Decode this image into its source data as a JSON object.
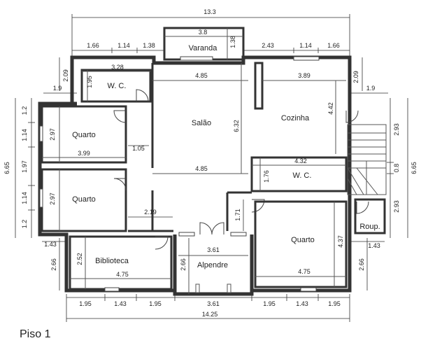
{
  "title": "Piso 1",
  "rooms": {
    "wc_top": "W. C.",
    "quarto_1": "Quarto",
    "quarto_2": "Quarto",
    "quarto_3": "Quarto",
    "salao": "Salão",
    "cozinha": "Cozinha",
    "wc_mid": "W. C.",
    "varanda": "Varanda",
    "biblioteca": "Biblioteca",
    "alpendre": "Alpendre",
    "roupa": "Roup."
  },
  "dimensions": {
    "total_top": "13.3",
    "total_bottom": "14.25",
    "top_left": [
      "1.66",
      "1.14",
      "1.38"
    ],
    "top_right": [
      "2.43",
      "1.14",
      "1.66"
    ],
    "varanda_w": "3.8",
    "varanda_h": "1.38",
    "left_209": "2.09",
    "left_19": "1.9",
    "wc_top_w": "3.28",
    "wc_top_h": "1.95",
    "salao_w_top": "4.85",
    "salao_w_bottom": "4.85",
    "salao_h": "6.32",
    "cozinha_w": "3.89",
    "cozinha_h": "4.42",
    "right_209": "2.09",
    "right_19": "1.9",
    "left_outer": "6.65",
    "left_segments": [
      "1.2",
      "1.14",
      "1.97",
      "1.14",
      "1.2"
    ],
    "quarto1_h": "2.97",
    "quarto1_w": "3.99",
    "quarto2_h": "2.97",
    "corridor_105": "1.05",
    "corridor_219": "2.19",
    "wc_mid_w": "4.32",
    "wc_mid_h": "1.76",
    "stair_293_top": "2.93",
    "stair_08": "0.8",
    "stair_293_bottom": "2.93",
    "right_outer": "6.65",
    "hall_171": "1.71",
    "left_143": "1.43",
    "right_143": "1.43",
    "biblioteca_h": "2.52",
    "biblioteca_w": "4.75",
    "left_266": "2.66",
    "alpendre_w": "3.61",
    "alpendre_h": "2.66",
    "quarto3_h": "4.37",
    "quarto3_w": "4.75",
    "right_266": "2.66",
    "bottom_left": [
      "1.95",
      "1.43",
      "1.95"
    ],
    "bottom_mid": "3.61",
    "bottom_right": [
      "1.95",
      "1.43",
      "1.95"
    ]
  }
}
